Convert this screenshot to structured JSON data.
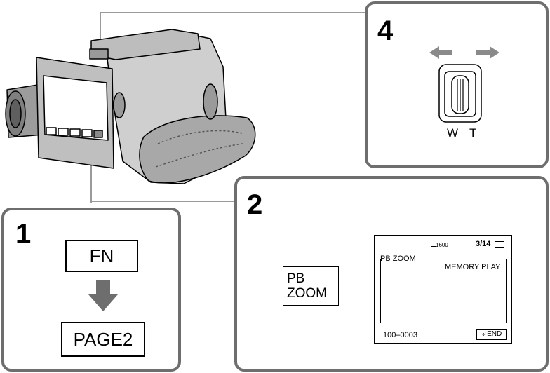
{
  "step1": {
    "number": "1",
    "fn_label": "FN",
    "page2_label": "PAGE2"
  },
  "step2": {
    "number": "2",
    "pb_zoom_line1": "PB",
    "pb_zoom_line2": "ZOOM",
    "screen": {
      "image_size": "1600",
      "frame_counter": "3/14",
      "mode_left": "PB ZOOM",
      "mode_right": "MEMORY PLAY",
      "file_number": "100–0003",
      "end_label": "END"
    }
  },
  "step4": {
    "number": "4",
    "wide_label": "W",
    "tele_label": "T"
  },
  "colors": {
    "panel_border": "#6e6e6e",
    "arrow_gray": "#8a8a8a",
    "line_gray": "#9a9a9a"
  }
}
